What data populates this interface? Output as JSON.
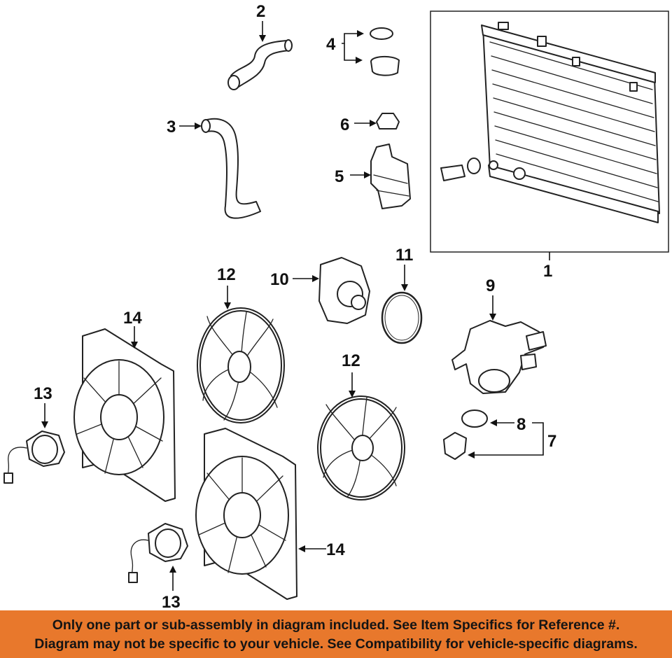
{
  "callouts": {
    "c1": "1",
    "c2": "2",
    "c3": "3",
    "c4": "4",
    "c5": "5",
    "c6": "6",
    "c7": "7",
    "c8": "8",
    "c9": "9",
    "c10": "10",
    "c11": "11",
    "c12a": "12",
    "c12b": "12",
    "c13a": "13",
    "c13b": "13",
    "c14a": "14",
    "c14b": "14"
  },
  "banner": {
    "line1": "Only one part or sub-assembly in diagram included. See Item Specifics for Reference #.",
    "line2": "Diagram may not be specific to your vehicle. See Compatibility for vehicle-specific diagrams."
  },
  "colors": {
    "banner": "#e8782c",
    "ink": "#111111"
  }
}
